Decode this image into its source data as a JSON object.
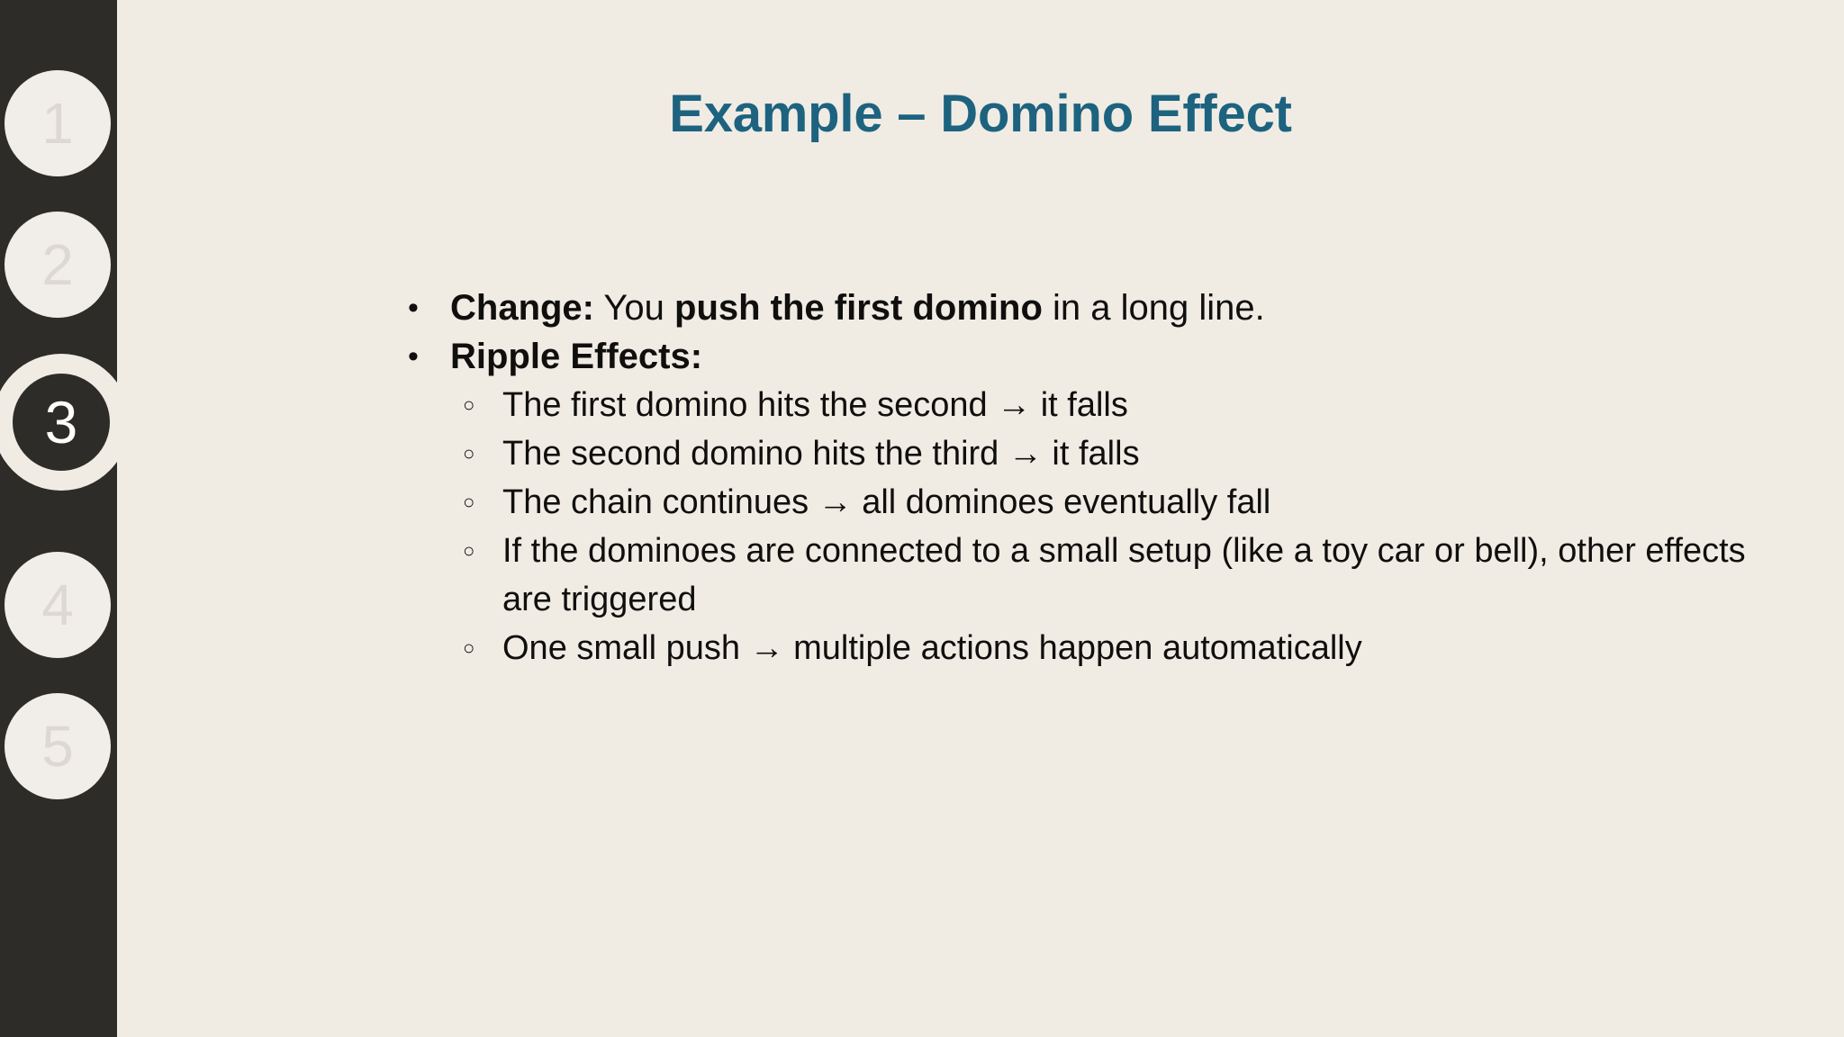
{
  "slide": {
    "background_color": "#f0ece4",
    "title": "Example – Domino Effect",
    "title_color": "#1d637f"
  },
  "sidebar": {
    "background_color": "#2e2c28",
    "active_index": 3,
    "items": [
      {
        "number": "1",
        "active": false
      },
      {
        "number": "2",
        "active": false
      },
      {
        "number": "3",
        "active": true
      },
      {
        "number": "4",
        "active": false
      },
      {
        "number": "5",
        "active": false
      }
    ]
  },
  "body": {
    "bullets": [
      {
        "marker": "bullet-dot",
        "segments": [
          {
            "text": "Change:",
            "bold": true
          },
          {
            "text": " You ",
            "bold": false
          },
          {
            "text": "push the first domino",
            "bold": true
          },
          {
            "text": " in a long line.",
            "bold": false
          }
        ],
        "plain_text": "Change: You push the first domino in a long line."
      },
      {
        "marker": "bullet-dot",
        "segments": [
          {
            "text": "Ripple Effects:",
            "bold": true
          }
        ],
        "plain_text": "Ripple Effects:"
      }
    ],
    "sub_bullets": [
      {
        "marker": "bullet-circle",
        "text": "The first domino hits the second → it falls"
      },
      {
        "marker": "bullet-circle",
        "text": "The second domino hits the third → it falls"
      },
      {
        "marker": "bullet-circle",
        "text": "The chain continues → all dominoes eventually fall"
      },
      {
        "marker": "bullet-circle",
        "text": "If the dominoes are connected to a small setup (like a toy car or bell), other effects are triggered"
      },
      {
        "marker": "bullet-circle",
        "text": "One small push → multiple actions happen automatically"
      }
    ]
  }
}
